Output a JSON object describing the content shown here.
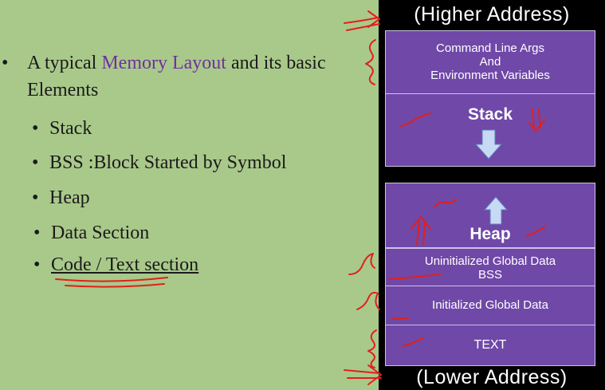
{
  "bullets": {
    "main_prefix": "A typical ",
    "main_highlight": "Memory Layout",
    "main_suffix": " and its basic Elements",
    "items": [
      "Stack",
      "BSS :Block Started by Symbol",
      "Heap",
      "Data Section",
      "Code / Text section"
    ],
    "bullet_char": "•"
  },
  "diagram": {
    "higher_label": "(Higher Address)",
    "lower_label": "(Lower Address)",
    "cmd_line1": "Command Line Args",
    "cmd_line2": "And",
    "cmd_line3": "Environment Variables",
    "stack_label": "Stack",
    "heap_label": "Heap",
    "bss_line1": "Uninitialized Global Data",
    "bss_line2": "BSS",
    "data_label": "Initialized Global Data",
    "text_label": "TEXT"
  },
  "colors": {
    "slide_bg": "#a9c98a",
    "block_fill": "#7048a8",
    "highlight_text": "#7030a0",
    "annotation_ink": "#e0201c",
    "arrow_fill": "#c7d9f3"
  }
}
